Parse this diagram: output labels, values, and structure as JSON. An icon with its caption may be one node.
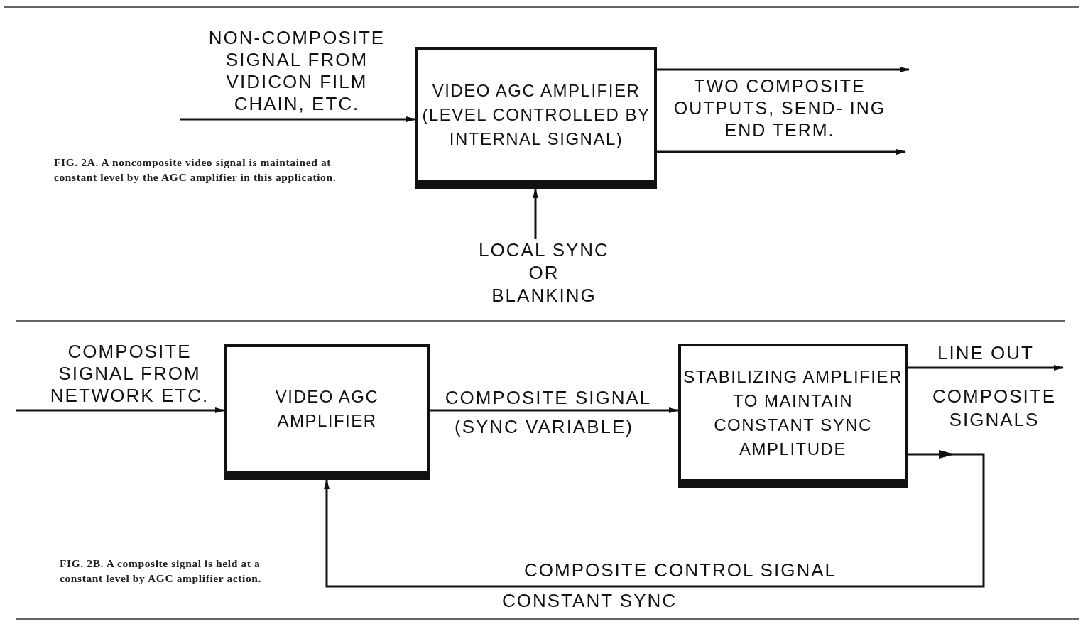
{
  "diagram": {
    "nodes": [
      {
        "text": [
          "VIDEO AGC AMPLIFIER (LEVEL CONTROLLED BY INTERNAL SIGNAL)"
        ]
      },
      {
        "text": [
          "LOCAL SYNC OR BLANKING"
        ]
      },
      {
        "text": [
          "VIDEO AGC AMPLIFIER"
        ]
      },
      {
        "text": [
          "STABILIZING AMPLIFIER TO MAINTAIN CONSTANT SYNC AMPLITUDE"
        ]
      }
    ],
    "edges": [
      {
        "from": null,
        "to": 0,
        "arrow": "to",
        "label": "NON-COMPOSITE SIGNAL FROM VIDICON FILM CHAIN, ETC."
      },
      {
        "from": 0,
        "to": null,
        "arrow": "to"
      },
      {
        "from": 0,
        "to": null,
        "arrow": "to"
      },
      {
        "from": 1,
        "to": 0,
        "arrow": "to"
      },
      {
        "from": null,
        "to": 2,
        "arrow": "to",
        "label": "COMPOSITE SIGNAL FROM NETWORK ETC."
      },
      {
        "from": 2,
        "to": 3,
        "arrow": "to",
        "label": "COMPOSITE SIGNAL"
      },
      {
        "from": 3,
        "to": null,
        "arrow": "to",
        "label": "LINE OUT"
      },
      {
        "from": 3,
        "to": 2,
        "arrow": "to",
        "label": "COMPOSITE CONTROL SIGNAL"
      }
    ],
    "labels": [
      "TWO COMPOSITE OUTPUTS, SEND- ING END TERM.",
      "(SYNC VARIABLE)",
      "COMPOSITE SIGNALS",
      "CONSTANT SYNC",
      "FIG. 2A. A noncomposite video signal is maintained at constant level by the AGC amplifier in this application.",
      "FIG. 2B. A composite signal is held at a constant level by AGC amplifier action."
    ]
  }
}
